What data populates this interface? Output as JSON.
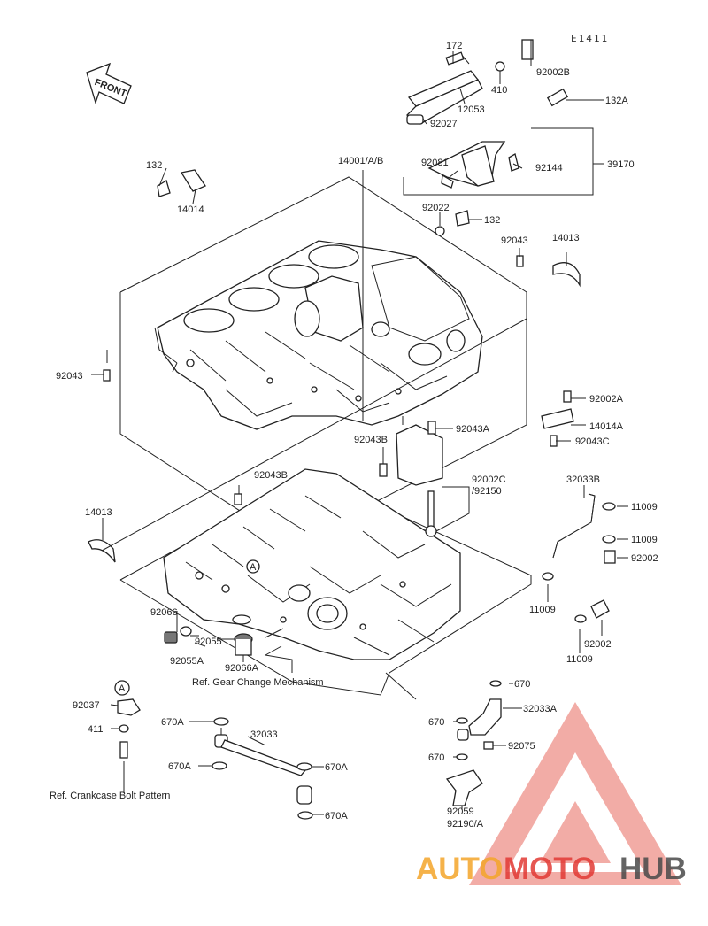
{
  "diagram": {
    "code": "E1411",
    "front_label": "FRONT",
    "labels": {
      "l172": "172",
      "l92002B": "92002B",
      "l410": "410",
      "l12053": "12053",
      "l92027": "92027",
      "l132A": "132A",
      "l132a": "132",
      "l14014": "14014",
      "l14001": "14001/A/B",
      "l92081": "92081",
      "l92144": "92144",
      "l39170": "39170",
      "l92022": "92022",
      "l132b": "132",
      "l92043a": "92043",
      "l14013a": "14013",
      "l92043b": "92043",
      "l92002A": "92002A",
      "l14014A": "14014A",
      "l92043C": "92043C",
      "l92043A": "92043A",
      "l92043Ba": "92043B",
      "l92002C": "92002C",
      "l92150": "/92150",
      "l92043Bb": "92043B",
      "l32033B": "32033B",
      "l11009a": "11009",
      "l11009b": "11009",
      "l92002": "92002",
      "l11009c": "11009",
      "l14013b": "14013",
      "l92066": "92066",
      "l92055": "92055",
      "l92055A": "92055A",
      "l92066A": "92066A",
      "l92002d": "92002",
      "l11009d": "11009",
      "lRefGear": "Ref. Gear Change Mechanism",
      "lA1": "A",
      "lA2": "A",
      "l92037": "92037",
      "l411": "411",
      "lRefCrank": "Ref. Crankcase Bolt Pattern",
      "l670A1": "670A",
      "l32033": "32033",
      "l670A2": "670A",
      "l670A3": "670A",
      "l670A4": "670A",
      "l670a": "670",
      "l670b": "670",
      "l670c": "670",
      "l32033A": "32033A",
      "l92075": "92075",
      "l92059": "92059",
      "l92190": "92190/A"
    },
    "watermark": {
      "part1": "AUTO",
      "part2": "MOTO",
      "part3": "HUB",
      "color_orange": "#f4a52a",
      "color_red": "#e23a35",
      "color_gray": "#4a4a4a"
    }
  }
}
